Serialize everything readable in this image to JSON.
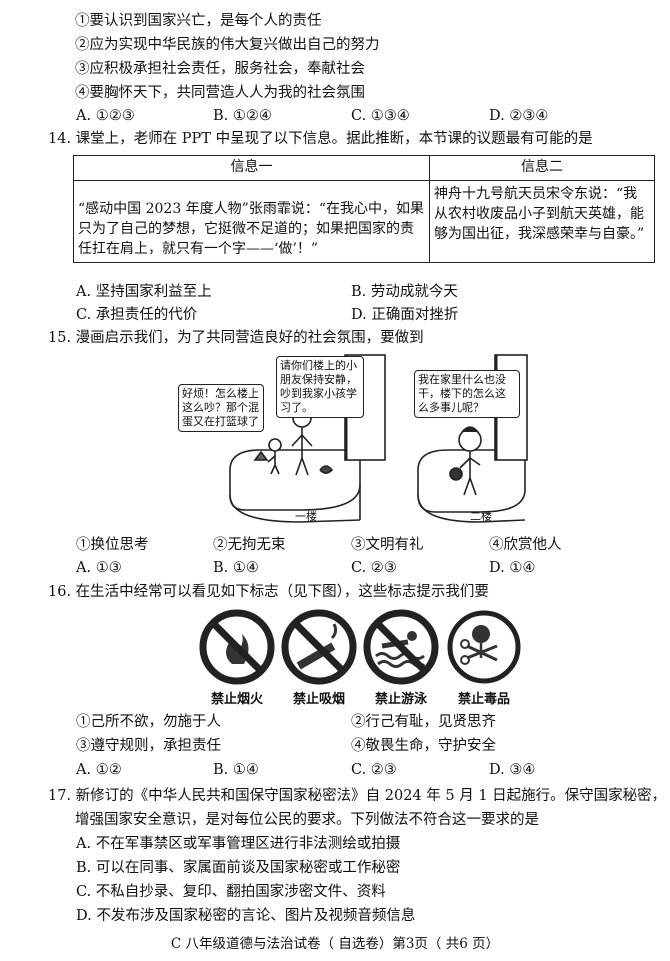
{
  "q13_items": [
    "①要认识到国家兴亡，是每个人的责任",
    "②应为实现中华民族的伟大复兴做出自己的努力",
    "③应积极承担社会责任，服务社会，奉献社会",
    "④要胸怀天下，共同营造人人为我的社会氛围"
  ],
  "q13_options": [
    "A. ①②③",
    "B. ①②④",
    "C. ①③④",
    "D. ②③④"
  ],
  "q14": {
    "stem": "14.  课堂上，老师在 PPT 中呈现了以下信息。据此推断，本节课的议题最有可能的是",
    "table_headers": [
      "信息一",
      "信息二"
    ],
    "cell1": "“感动中国 2023 年度人物”张雨霏说：“在我心中，如果只为了自己的梦想，它挺微不足道的；如果把国家的责任扛在肩上，就只有一个字——‘做’！”",
    "cell2": "神舟十九号航天员宋令东说：“我从农村收废品小子到航天英雄，能够为国出征，我深感荣幸与自豪。”",
    "options": [
      "A.  坚持国家利益至上",
      "B.  劳动成就今天",
      "C.  承担责任的代价",
      "D.  正确面对挫折"
    ]
  },
  "q15": {
    "stem": "15.  漫画启示我们，为了共同营造良好的社会氛围，要做到",
    "bubble_left": "好烦！怎么楼上这么吵？那个混蛋又在打篮球了",
    "bubble_mid": "请你们楼上的小朋友保持安静，吵到我家小孩学习了。",
    "bubble_right": "我在家里什么也没干，楼下的怎么这么多事儿呢？",
    "floor1": "一楼",
    "floor2": "二楼",
    "items": [
      "①换位思考",
      "②无拘无束",
      "③文明有礼",
      "④欣赏他人"
    ],
    "options": [
      "A. ①③",
      "B. ①④",
      "C. ②③",
      "D. ①④"
    ]
  },
  "q16": {
    "stem": "16.  在生活中经常可以看见如下标志（见下图），这些标志提示我们要",
    "signs": [
      "禁止烟火",
      "禁止吸烟",
      "禁止游泳",
      "禁止毒品"
    ],
    "items": [
      "①己所不欲，勿施于人",
      "②行己有耻，见贤思齐",
      "③遵守规则，承担责任",
      "④敬畏生命，守护安全"
    ],
    "options": [
      "A. ①②",
      "B. ①④",
      "C. ②③",
      "D. ③④"
    ]
  },
  "q17": {
    "stem1": "17.  新修订的《中华人民共和国保守国家秘密法》自 2024 年 5 月 1 日起施行。保守国家秘密，",
    "stem2": "增强国家安全意识，是对每位公民的要求。下列做法不符合这一要求的是",
    "options": [
      "A.  不在军事禁区或军事管理区进行非法测绘或拍摄",
      "B.  可以在同事、家属面前谈及国家秘密或工作秘密",
      "C.  不私自抄录、复印、翻拍国家涉密文件、资料",
      "D.  不发布涉及国家秘密的言论、图片及视频音频信息"
    ]
  },
  "footer": "C  八年级道德与法治试卷（ 自选卷）第3页（ 共6  页）"
}
